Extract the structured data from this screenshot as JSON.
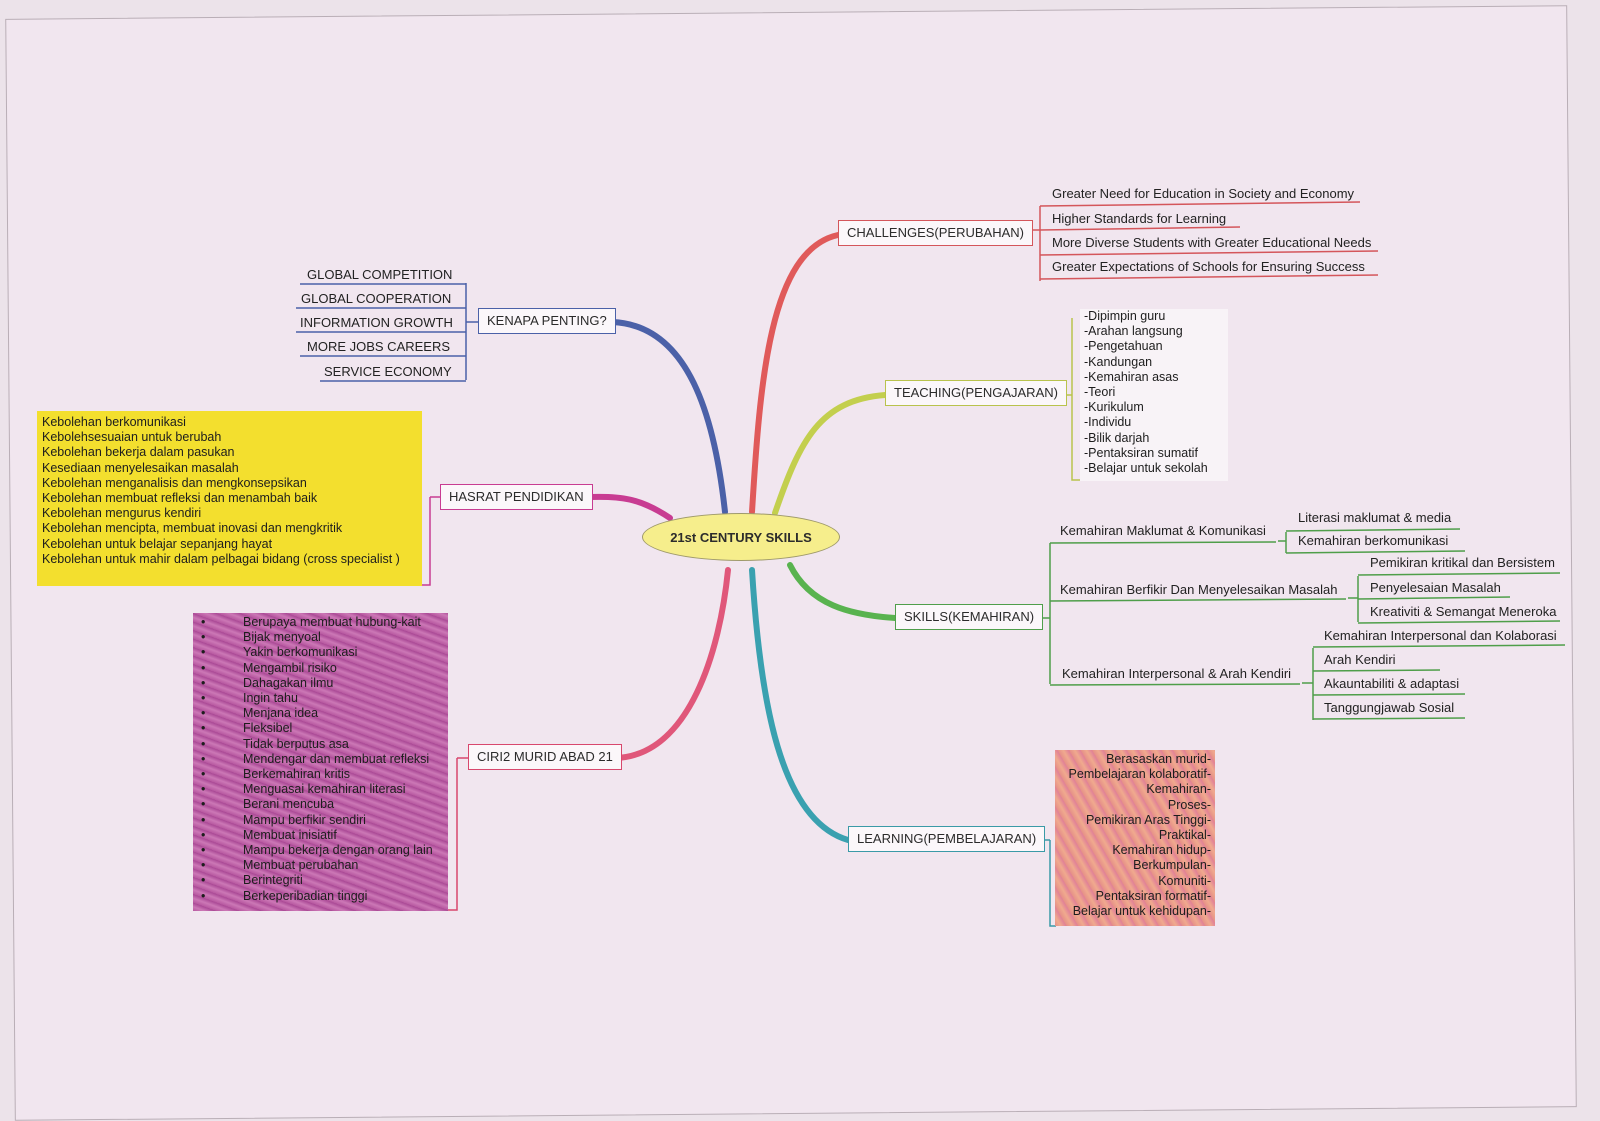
{
  "colors": {
    "sheet": "#f1e6ef",
    "center_fill": "#f6ee8c",
    "yellow_box": "#f3df2e",
    "purple_box": "#b6579f",
    "orange_box": "#e58e88",
    "branch_challenges": "#e05a5a",
    "branch_teaching": "#c3cf4e",
    "branch_skills": "#59b34f",
    "branch_learning": "#3aa1b0",
    "branch_kenapa": "#4b61a8",
    "branch_hasrat": "#c83c92",
    "branch_ciri": "#e0577a"
  },
  "center": {
    "label": "21st CENTURY SKILLS"
  },
  "challenges": {
    "label": "CHALLENGES(PERUBAHAN)",
    "items": [
      "Greater Need for Education in Society and Economy",
      "Higher Standards for Learning",
      "More Diverse Students with Greater Educational Needs",
      "Greater Expectations of Schools for Ensuring Success"
    ]
  },
  "teaching": {
    "label": "TEACHING(PENGAJARAN)",
    "items": [
      "-Dipimpin guru",
      "-Arahan langsung",
      "-Pengetahuan",
      "-Kandungan",
      "-Kemahiran asas",
      "-Teori",
      "-Kurikulum",
      "-Individu",
      "-Bilik darjah",
      "-Pentaksiran sumatif",
      "-Belajar untuk sekolah"
    ]
  },
  "skills": {
    "label": "SKILLS(KEMAHIRAN)",
    "groups": [
      {
        "label": "Kemahiran Maklumat & Komunikasi",
        "items": [
          "Literasi maklumat & media",
          "Kemahiran berkomunikasi"
        ]
      },
      {
        "label": "Kemahiran Berfikir Dan Menyelesaikan Masalah",
        "items": [
          "Pemikiran kritikal dan Bersistem",
          "Penyelesaian Masalah",
          "Kreativiti & Semangat Meneroka"
        ]
      },
      {
        "label": "Kemahiran Interpersonal & Arah Kendiri",
        "items": [
          "Kemahiran Interpersonal dan Kolaborasi",
          "Arah Kendiri",
          "Akauntabiliti & adaptasi",
          "Tanggungjawab Sosial"
        ]
      }
    ]
  },
  "learning": {
    "label": "LEARNING(PEMBELAJARAN)",
    "items": [
      "Berasaskan murid-",
      "Pembelajaran kolaboratif-",
      "Kemahiran-",
      "Proses-",
      "Pemikiran Aras Tinggi-",
      "Praktikal-",
      "Kemahiran hidup-",
      "Berkumpulan-",
      "Komuniti-",
      "Pentaksiran formatif-",
      "Belajar untuk kehidupan-"
    ]
  },
  "kenapa": {
    "label": "KENAPA PENTING?",
    "items": [
      "GLOBAL COMPETITION",
      "GLOBAL COOPERATION",
      "INFORMATION GROWTH",
      "MORE JOBS CAREERS",
      "SERVICE ECONOMY"
    ]
  },
  "hasrat": {
    "label": "HASRAT PENDIDIKAN",
    "items": [
      "Kebolehan berkomunikasi",
      "Kebolehsesuaian untuk berubah",
      "Kebolehan bekerja dalam pasukan",
      "Kesediaan menyelesaikan masalah",
      "Kebolehan menganalisis dan mengkonsepsikan",
      "Kebolehan membuat refleksi dan menambah baik",
      "Kebolehan mengurus kendiri",
      "Kebolehan mencipta, membuat inovasi dan mengkritik",
      "Kebolehan untuk belajar sepanjang hayat",
      "Kebolehan untuk mahir dalam pelbagai bidang (cross specialist )"
    ]
  },
  "ciri": {
    "label": "CIRI2 MURID ABAD 21",
    "bullet": "•",
    "items": [
      "Berupaya membuat hubung-kait",
      "Bijak menyoal",
      "Yakin berkomunikasi",
      "Mengambil risiko",
      "Dahagakan ilmu",
      "Ingin tahu",
      "Menjana idea",
      "Fleksibel",
      "Tidak berputus asa",
      "Mendengar dan membuat refleksi",
      "Berkemahiran kritis",
      "Menguasai kemahiran literasi",
      "Berani mencuba",
      "Mampu berfikir sendiri",
      "Membuat inisiatif",
      "Mampu bekerja dengan orang lain",
      "Membuat perubahan",
      "Berintegriti",
      "Berkeperibadian tinggi"
    ]
  }
}
